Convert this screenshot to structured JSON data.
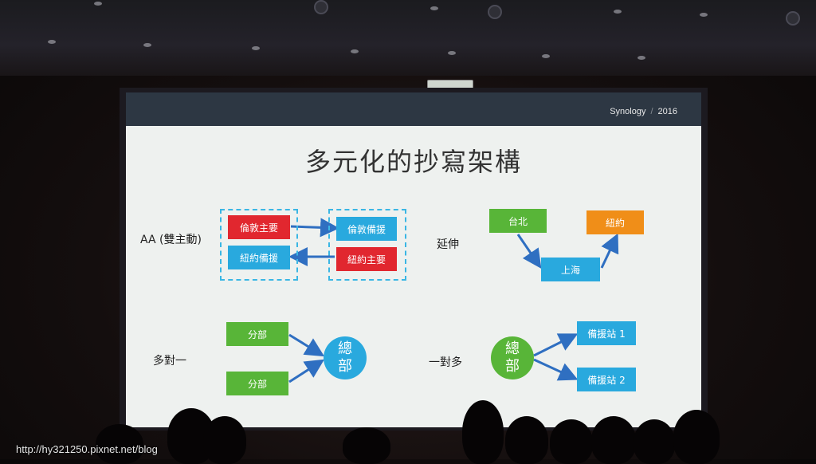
{
  "slide": {
    "brand": "Synology",
    "year": "2016",
    "title": "多元化的抄寫架構",
    "aa": {
      "label": "AA (雙主動)",
      "top_left": "倫敦主要",
      "top_right": "倫敦備援",
      "bottom_left": "紐約備援",
      "bottom_right": "紐約主要"
    },
    "extend": {
      "label": "延伸",
      "taipei": "台北",
      "shanghai": "上海",
      "newyork": "紐約"
    },
    "many_to_one": {
      "label": "多對一",
      "branch_1": "分部",
      "branch_2": "分部",
      "hq_line1": "總",
      "hq_line2": "部"
    },
    "one_to_many": {
      "label": "一對多",
      "hq_line1": "總",
      "hq_line2": "部",
      "backup_1": "備援站 1",
      "backup_2": "備援站 2"
    }
  },
  "watermark": "http://hy321250.pixnet.net/blog",
  "colors": {
    "red": "#e1272f",
    "blue": "#29a9de",
    "green": "#58b538",
    "orange": "#f08e18",
    "arrow": "#2f6fc1"
  }
}
